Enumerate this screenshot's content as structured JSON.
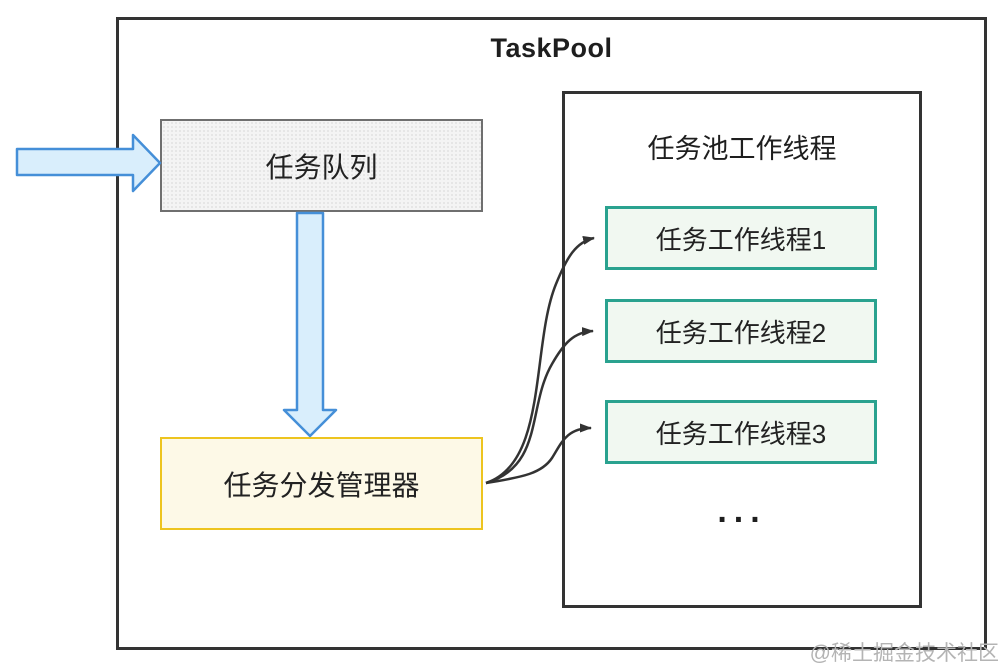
{
  "title": "TaskPool",
  "queue": {
    "label": "任务队列"
  },
  "dispatcher": {
    "label": "任务分发管理器"
  },
  "pool": {
    "title": "任务池工作线程",
    "threads": [
      "任务工作线程1",
      "任务工作线程2",
      "任务工作线程3"
    ],
    "more": "..."
  },
  "watermark": "@稀土掘金技术社区",
  "icons": {
    "input_arrow": "block-arrow-right",
    "dispatch_arrow": "block-arrow-down",
    "connector_arrows": "curved-arrow-right"
  },
  "colors": {
    "frame_border": "#333333",
    "queue_border": "#6f6f6f",
    "queue_fill": "#f4f4f4",
    "dispatcher_border": "#edc41f",
    "dispatcher_fill": "#fdf9e7",
    "thread_border": "#2aa28f",
    "thread_fill": "#f1f8f1",
    "block_arrow_fill": "#d9eefc",
    "block_arrow_stroke": "#458fd8",
    "connector_color": "#333333",
    "watermark_color": "#b4b4b4"
  }
}
